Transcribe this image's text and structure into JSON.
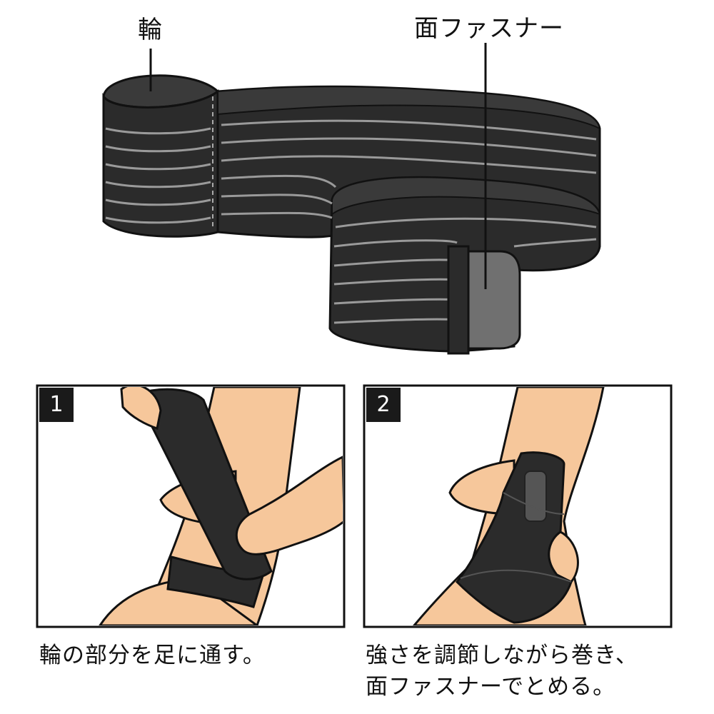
{
  "labels": {
    "ring": "輪",
    "fastener": "面ファスナー"
  },
  "steps": [
    {
      "number": "1",
      "caption_lines": [
        "輪の部分を足に通す。"
      ]
    },
    {
      "number": "2",
      "caption_lines": [
        "強さを調節しながら巻き、",
        "面ファスナーでとめる。"
      ]
    }
  ],
  "colors": {
    "band": "#2b2b2b",
    "band_top": "#3a3a3a",
    "stripe": "#9a9a9a",
    "fastener": "#707070",
    "skin": "#f6c79b",
    "outline": "#111111"
  }
}
